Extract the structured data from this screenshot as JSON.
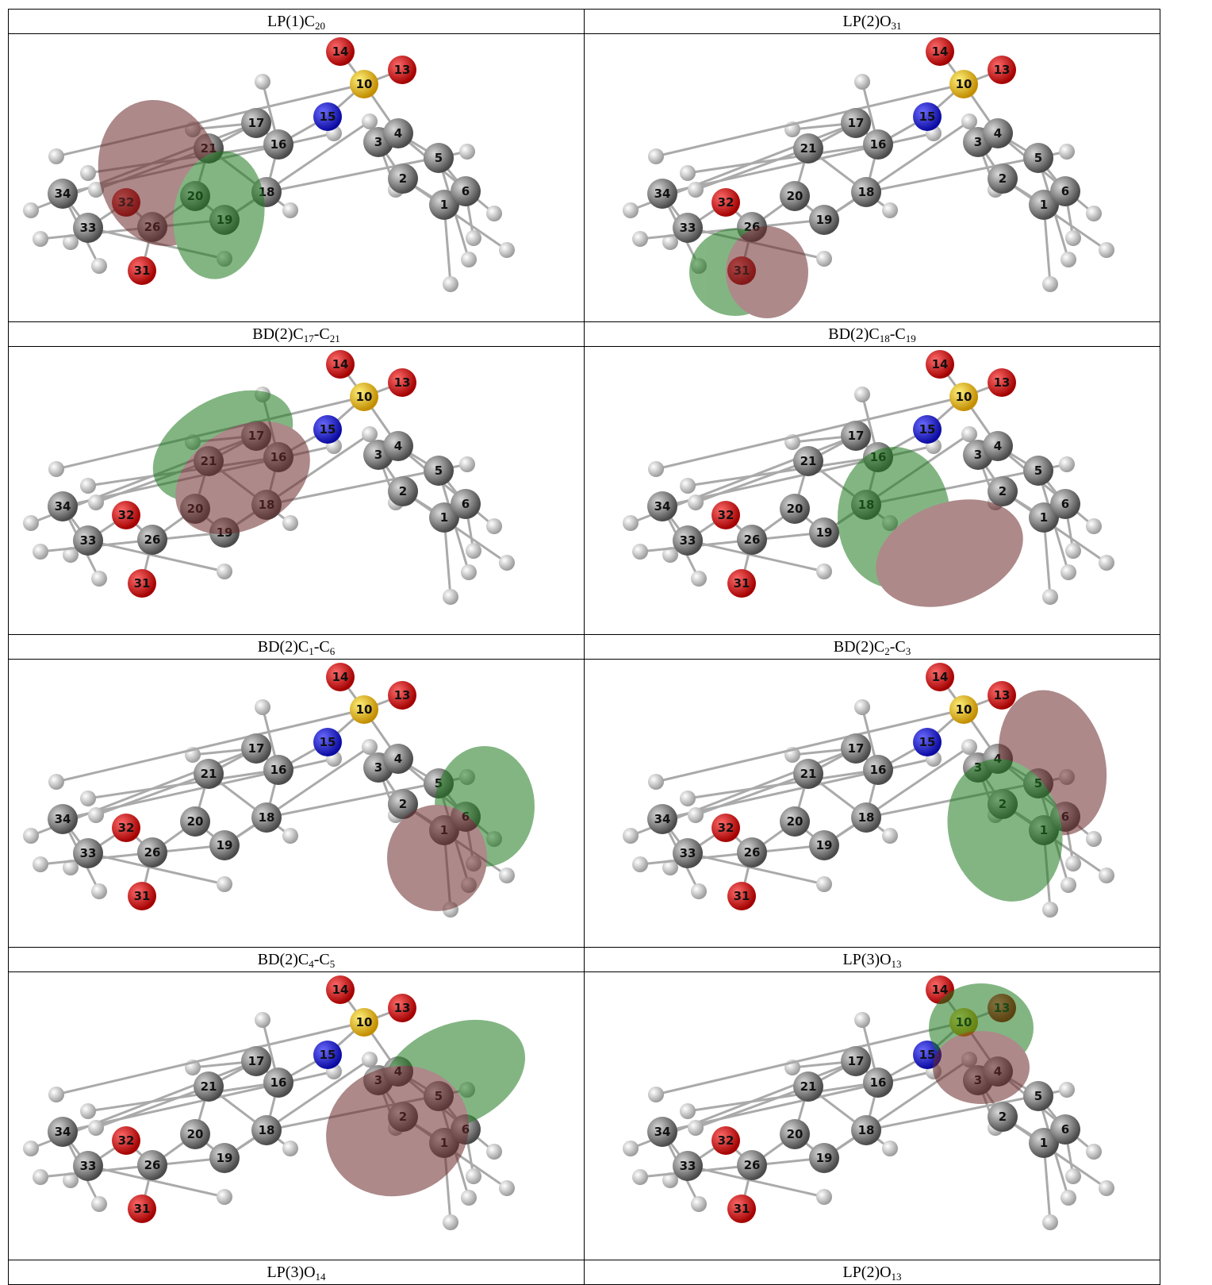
{
  "panels": [
    {
      "pre": "LP(1)C",
      "sub": "20",
      "mid": "",
      "sub2": "",
      "orbital": {
        "atom": "20",
        "kind": "lp",
        "colors": [
          "#6b2a2a",
          "#1e7a1e"
        ]
      }
    },
    {
      "pre": "LP(2)O",
      "sub": "31",
      "mid": "",
      "sub2": "",
      "orbital": {
        "atom": "31",
        "kind": "lp2",
        "colors": [
          "#1e7a1e",
          "#6b2a2a"
        ]
      }
    },
    {
      "pre": "BD(2)C",
      "sub": "17",
      "mid": "-C",
      "sub2": "21",
      "orbital": {
        "atom": "17",
        "kind": "bd",
        "colors": [
          "#1e7a1e",
          "#6b2a2a"
        ]
      }
    },
    {
      "pre": "BD(2)C",
      "sub": "18",
      "mid": "-C",
      "sub2": "19",
      "orbital": {
        "atom": "18",
        "kind": "bd2",
        "colors": [
          "#1e7a1e",
          "#6b2a2a"
        ]
      }
    },
    {
      "pre": "BD(2)C",
      "sub": "1",
      "mid": "-C",
      "sub2": "6",
      "orbital": {
        "atom": "6",
        "kind": "bd3",
        "colors": [
          "#1e7a1e",
          "#6b2a2a"
        ]
      }
    },
    {
      "pre": "BD(2)C",
      "sub": "2",
      "mid": "-C",
      "sub2": "3",
      "orbital": {
        "atom": "3",
        "kind": "bd4",
        "colors": [
          "#6b2a2a",
          "#1e7a1e"
        ]
      }
    },
    {
      "pre": "BD(2)C",
      "sub": "4",
      "mid": "-C",
      "sub2": "5",
      "orbital": {
        "atom": "5",
        "kind": "bd5",
        "colors": [
          "#1e7a1e",
          "#6b2a2a"
        ]
      }
    },
    {
      "pre": "LP(3)O",
      "sub": "13",
      "mid": "",
      "sub2": "",
      "orbital": {
        "atom": "13",
        "kind": "lp3",
        "colors": [
          "#1e7a1e",
          "#6b2a2a"
        ]
      }
    },
    {
      "pre": "LP(3)O",
      "sub": "14",
      "mid": "",
      "sub2": "",
      "orbital": null
    },
    {
      "pre": "LP(2)O",
      "sub": "13",
      "mid": "",
      "sub2": "",
      "orbital": null
    }
  ],
  "atom_labels": [
    "14",
    "13",
    "10",
    "15",
    "17",
    "16",
    "21",
    "4",
    "3",
    "5",
    "2",
    "6",
    "1",
    "34",
    "32",
    "20",
    "18",
    "19",
    "33",
    "26",
    "31"
  ],
  "atom_colors": {
    "O": "#dd0000",
    "S": "#f2c100",
    "N": "#1818d8",
    "C": "#8a8a8a",
    "H": "#e8e8e8"
  }
}
